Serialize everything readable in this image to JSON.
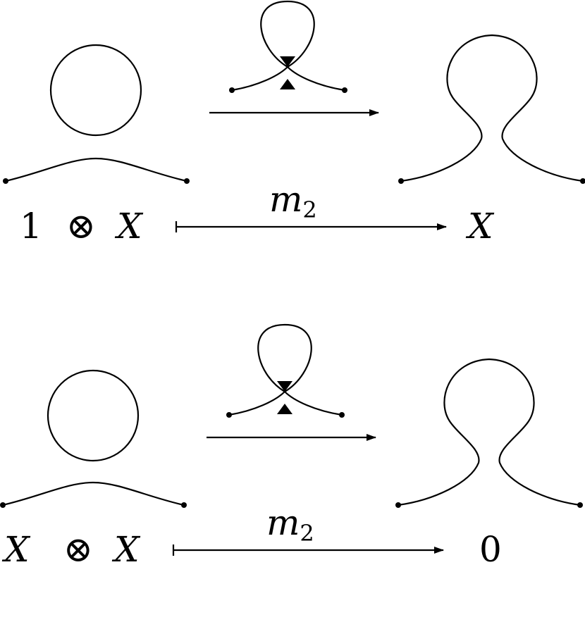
{
  "diagrams": [
    {
      "source_left": "1",
      "tensor": "⊗",
      "source_right": "X",
      "map_label_var": "m",
      "map_label_sub": "2",
      "target": "X"
    },
    {
      "source_left": "X",
      "tensor": "⊗",
      "source_right": "X",
      "map_label_var": "m",
      "map_label_sub": "2",
      "target": "0"
    }
  ]
}
